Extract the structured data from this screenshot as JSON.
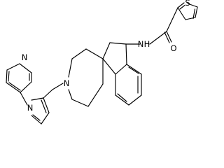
{
  "molecule": {
    "atom_labels": {
      "amide_n": "N",
      "amide_h": "H",
      "amide_o": "O",
      "thiophene_s": "S",
      "piperidine_n": "N",
      "pyrrole_n": "N",
      "pyridine_n": "N"
    }
  }
}
